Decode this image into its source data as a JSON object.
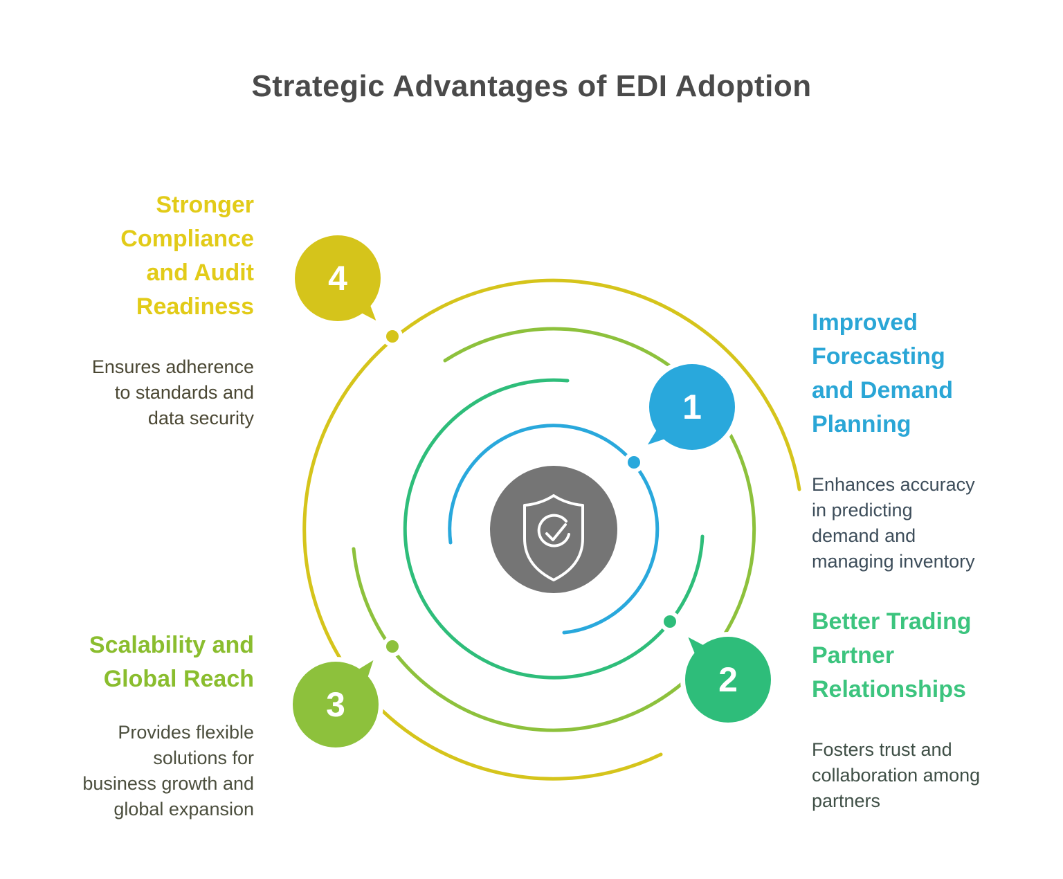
{
  "title": "Strategic Advantages of EDI Adoption",
  "center_icon": "shield-check",
  "colors": {
    "blue": "#29a8dc",
    "green": "#2ebd7a",
    "lime": "#8dc13c",
    "yellow": "#d5c41b",
    "center_gray": "#757575",
    "title_gray": "#4a4a4a"
  },
  "items": [
    {
      "number": "1",
      "title": "Improved\nForecasting\nand Demand\nPlanning",
      "description": "Enhances accuracy\nin predicting\ndemand and\nmanaging inventory",
      "color": "#29a8dc"
    },
    {
      "number": "2",
      "title": "Better Trading\nPartner\nRelationships",
      "description": "Fosters trust and\ncollaboration among\npartners",
      "color": "#2ebd7a"
    },
    {
      "number": "3",
      "title": "Scalability and\nGlobal Reach",
      "description": "Provides flexible\nsolutions for\nbusiness growth and\nglobal expansion",
      "color": "#8dc13c"
    },
    {
      "number": "4",
      "title": "Stronger\nCompliance\nand Audit\nReadiness",
      "description": "Ensures adherence\nto standards and\ndata security",
      "color": "#d5c41b"
    }
  ]
}
